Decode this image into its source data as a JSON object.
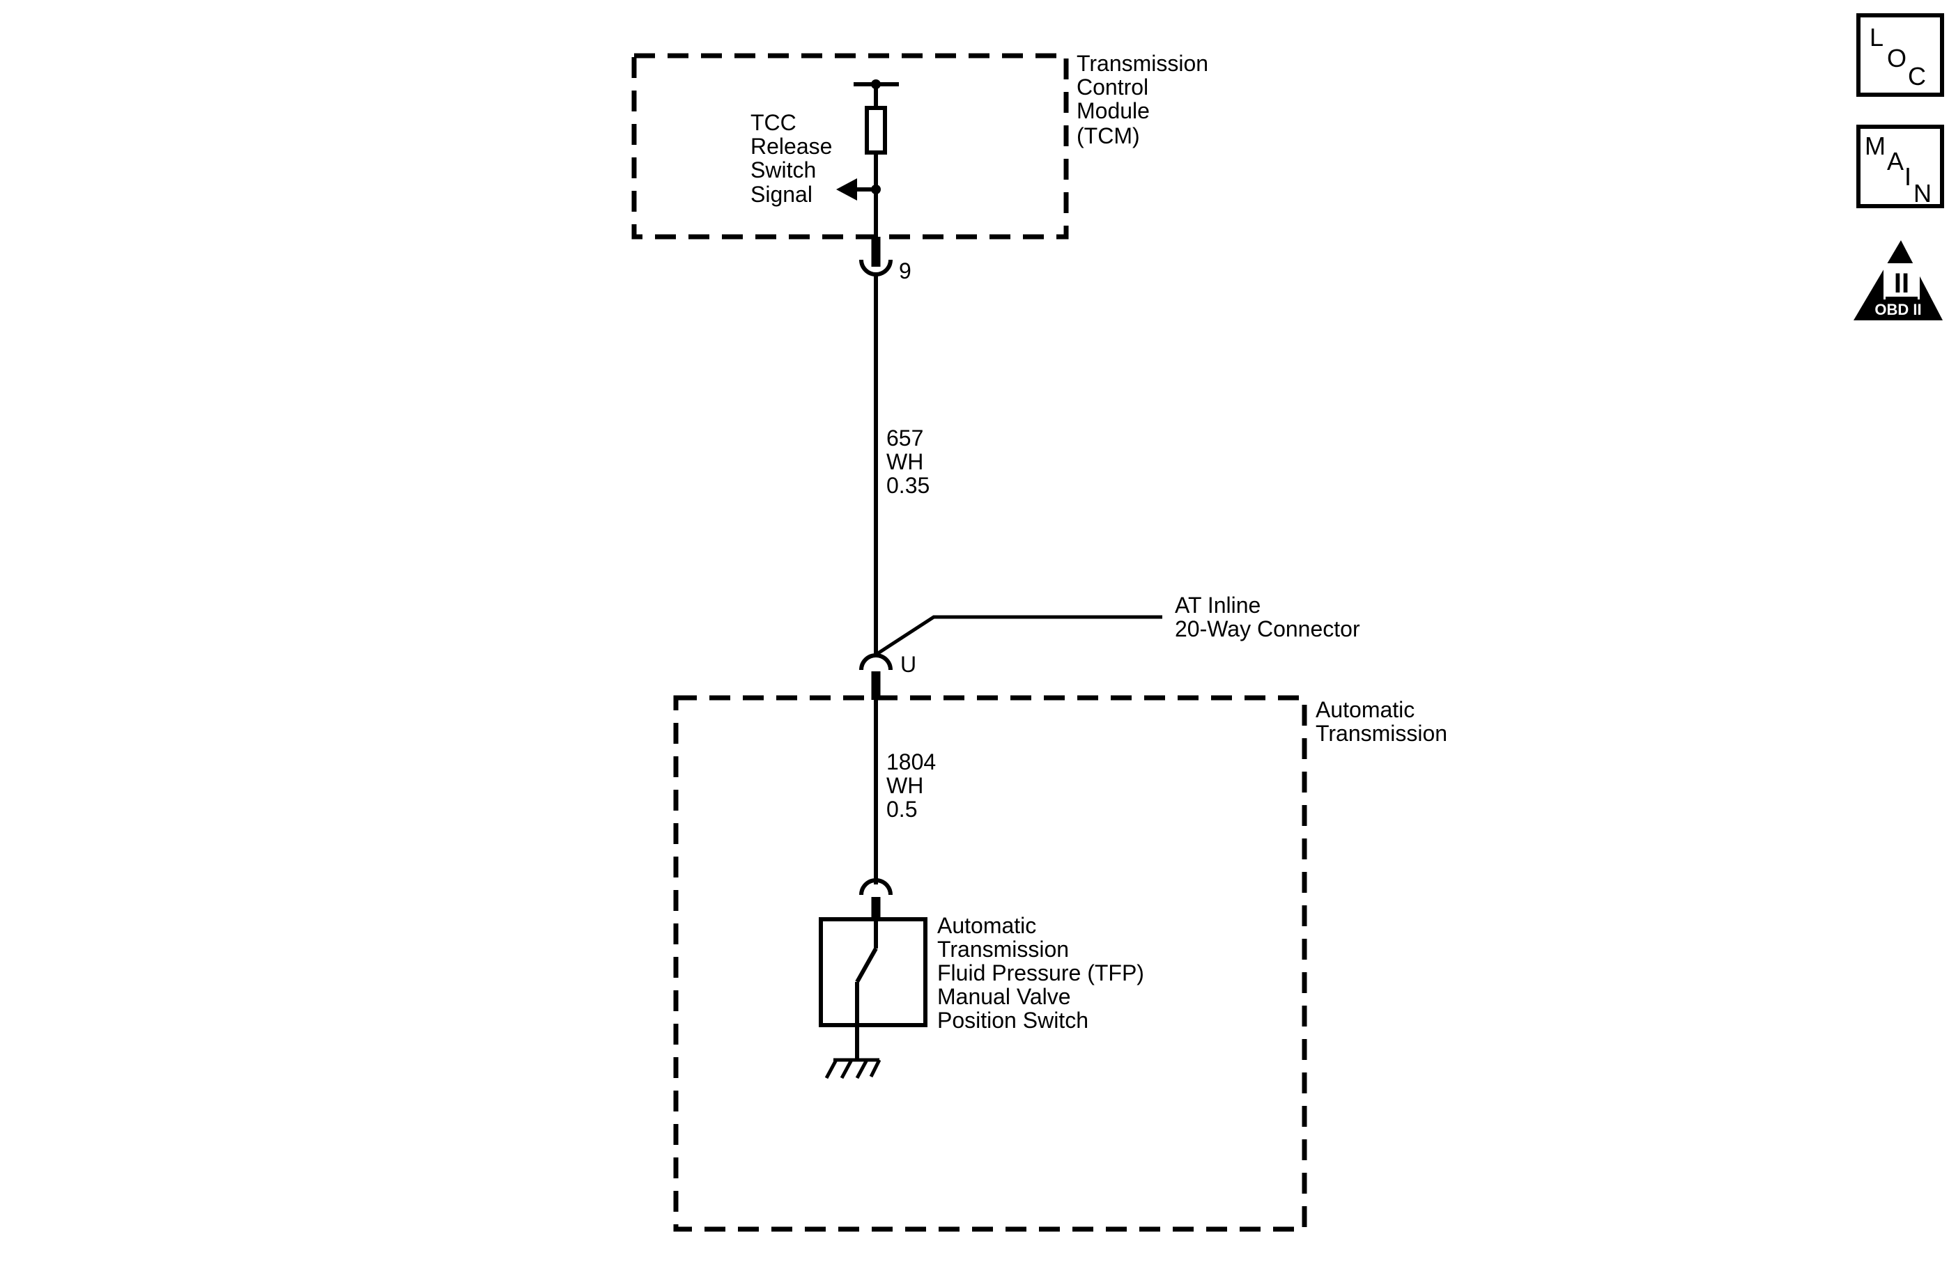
{
  "modules": {
    "tcm": {
      "label": [
        "Transmission",
        "Control",
        "Module",
        "(TCM)"
      ],
      "signal_label": [
        "TCC",
        "Release",
        "Switch",
        "Signal"
      ]
    },
    "transmission": {
      "label": [
        "Automatic",
        "Transmission"
      ]
    }
  },
  "connectors": {
    "tcm_pin": "9",
    "inline_pin": "U",
    "inline_label": [
      "AT Inline",
      "20-Way Connector"
    ]
  },
  "wires": {
    "upper": [
      "657",
      "WH",
      "0.35"
    ],
    "lower": [
      "1804",
      "WH",
      "0.5"
    ]
  },
  "component": {
    "label": [
      "Automatic",
      "Transmission",
      "Fluid Pressure (TFP)",
      "Manual Valve",
      "Position Switch"
    ]
  },
  "side_icons": {
    "loc": {
      "letters": [
        "L",
        "O",
        "C"
      ],
      "icon": "loc-icon"
    },
    "main": {
      "letters": [
        "M",
        "A",
        "I",
        "N"
      ],
      "icon": "main-icon"
    },
    "obd": {
      "symbol": "II",
      "text": "OBD II",
      "icon": "obd-ii-icon"
    }
  }
}
